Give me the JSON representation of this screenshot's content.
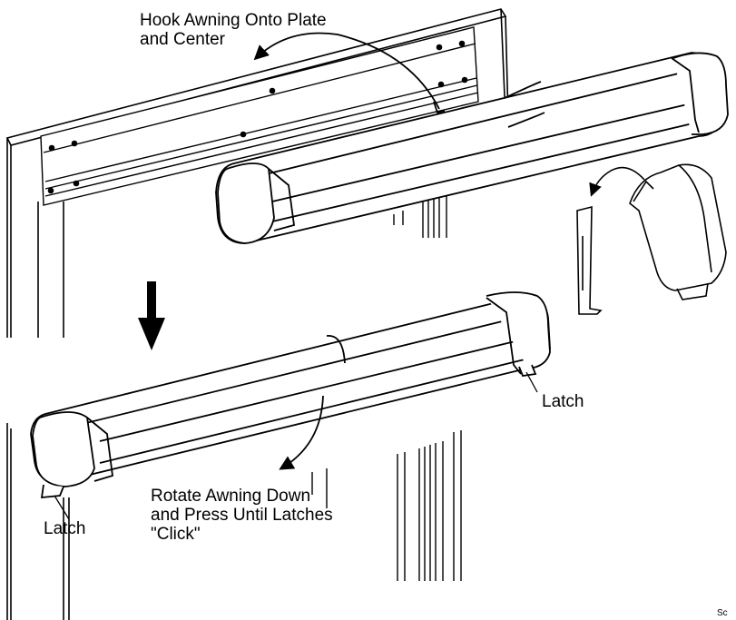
{
  "labels": {
    "hook": [
      "Hook Awning Onto Plate",
      "and Center"
    ],
    "latch_right": "Latch",
    "rotate": [
      "Rotate Awning Down",
      "and Press Until Latches",
      "\"Click\""
    ],
    "latch_left": "Latch",
    "corner": "Sc"
  },
  "colors": {
    "ink": "#000000",
    "paper": "#ffffff"
  },
  "icons": {
    "down_arrow": "down-arrow-icon",
    "hook_arrow": "curved-arrow-icon",
    "rotate_arrow": "curved-arrow-icon",
    "detail_arrow": "curved-arrow-icon"
  }
}
